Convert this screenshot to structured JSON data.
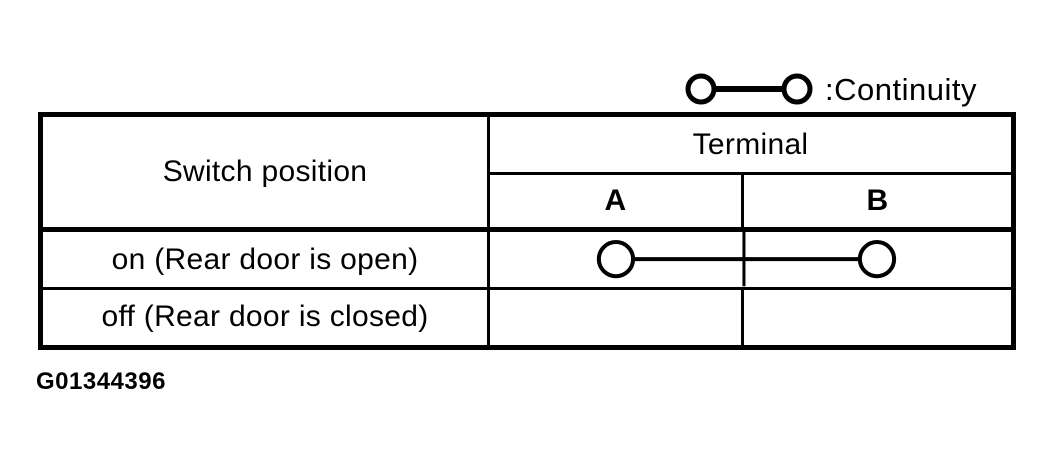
{
  "legend": {
    "symbol": "continuity-symbol",
    "label": ":Continuity"
  },
  "table": {
    "headers": {
      "switch_position": "Switch position",
      "terminal": "Terminal",
      "terminal_a": "A",
      "terminal_b": "B"
    },
    "rows": [
      {
        "switch_position": "on (Rear door is open)",
        "continuity": true,
        "continuity_between": [
          "A",
          "B"
        ]
      },
      {
        "switch_position": "off (Rear door is closed)",
        "continuity": false
      }
    ]
  },
  "figure_id": "G01344396",
  "colors": {
    "ink": "#000000",
    "background": "#ffffff"
  }
}
